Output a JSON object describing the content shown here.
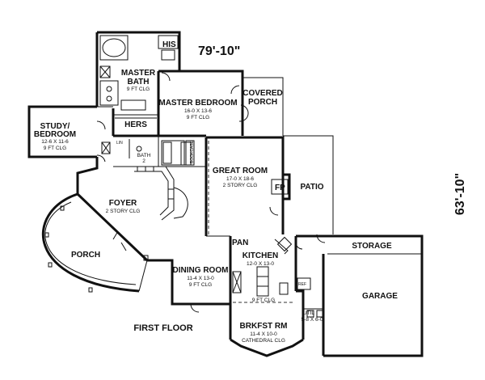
{
  "dimensions": {
    "width": "79'-10\"",
    "depth": "63'-10\""
  },
  "floor_label": "FIRST FLOOR",
  "rooms": {
    "his": {
      "name": "HIS"
    },
    "master_bath": {
      "name1": "MASTER",
      "name2": "BATH",
      "spec": "9 FT CLG"
    },
    "master_bedroom": {
      "name": "MASTER BEDROOM",
      "size": "16-0 X 13-6",
      "spec": "9 FT CLG"
    },
    "covered_porch": {
      "name1": "COVERED",
      "name2": "PORCH"
    },
    "hers": {
      "name": "HERS"
    },
    "study": {
      "name1": "STUDY/",
      "name2": "BEDROOM",
      "size": "12-6 X 11-6",
      "spec": "9 FT CLG"
    },
    "bath2": {
      "name1": "BATH",
      "name2": "2"
    },
    "great_room": {
      "name": "GREAT ROOM",
      "size": "17-0 X 18-6",
      "spec": "2 STORY CLG"
    },
    "fireplace": {
      "name": "FP"
    },
    "patio": {
      "name": "PATIO"
    },
    "foyer": {
      "name": "FOYER",
      "spec": "2 STORY CLG"
    },
    "porch": {
      "name": "PORCH"
    },
    "pantry": {
      "name": "PAN"
    },
    "kitchen": {
      "name": "KITCHEN",
      "size": "12-0 X 13-0"
    },
    "storage": {
      "name": "STORAGE"
    },
    "dining_room": {
      "name": "DINING ROOM",
      "size": "11-4 X 13-0",
      "spec": "9 FT CLG"
    },
    "garage": {
      "name": "GARAGE"
    },
    "kitchen_ceiling": {
      "spec": "9 FT CLG"
    },
    "utility": {
      "name": "UTIL",
      "size": "5-8 X 6-0"
    },
    "breakfast": {
      "name": "BRKFST RM",
      "size": "11-4 X 10-0",
      "spec": "CATHEDRAL CLG"
    }
  },
  "small_labels": {
    "linen": "LIN",
    "bookcase": "BOOKCASE",
    "refrigerator": "REF"
  }
}
